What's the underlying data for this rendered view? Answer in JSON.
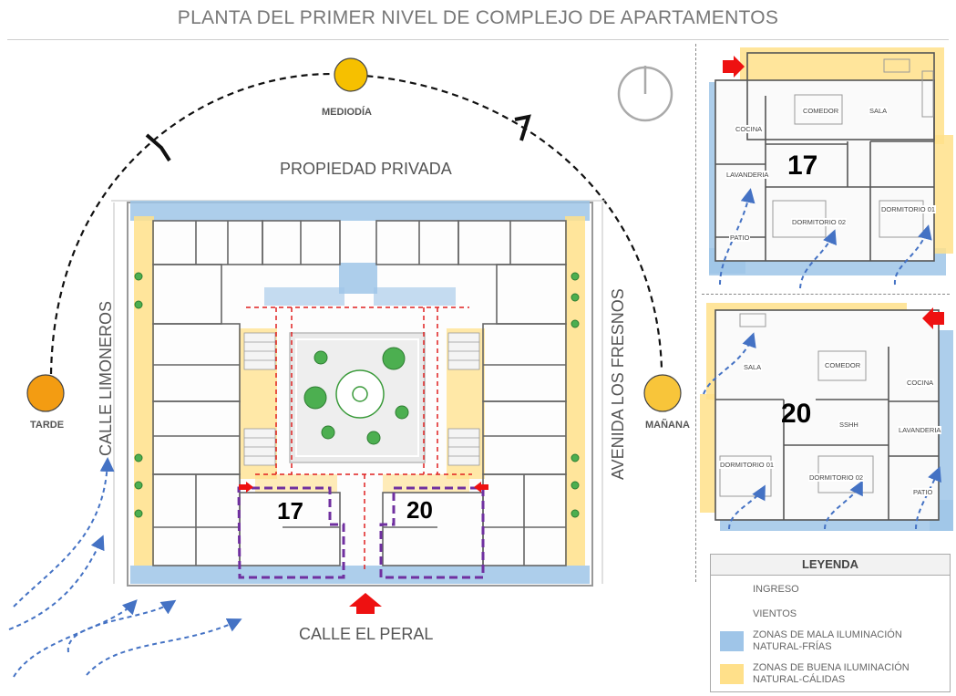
{
  "title": "PLANTA DEL PRIMER NIVEL DE COMPLEJO DE APARTAMENTOS",
  "sun": {
    "noon": "MEDIODÍA",
    "afternoon": "TARDE",
    "morning": "MAÑANA"
  },
  "streets": {
    "north": "PROPIEDAD PRIVADA",
    "south": "CALLE EL PERAL",
    "west": "CALLE LIMONEROS",
    "east": "AVENIDA LOS FRESNOS"
  },
  "units": {
    "a": "17",
    "b": "20"
  },
  "unit17_rooms": {
    "dining": "COMEDOR",
    "living": "SALA",
    "kitchen": "COCINA",
    "laundry": "LAVANDERIA",
    "bed2": "DORMITORIO 02",
    "bed1": "DORMITORIO 01",
    "patio": "PATIO"
  },
  "unit20_rooms": {
    "living": "SALA",
    "dining": "COMEDOR",
    "kitchen": "COCINA",
    "bath": "SSHH",
    "laundry": "LAVANDERIA",
    "bed1": "DORMITORIO 01",
    "bed2": "DORMITORIO 02",
    "patio": "PATIO"
  },
  "legend": {
    "title": "LEYENDA",
    "items": [
      {
        "label": "INGRESO",
        "icon": "entry-arrow-icon"
      },
      {
        "label": "VIENTOS",
        "icon": "wind-arrow-icon"
      },
      {
        "label": "ZONAS DE MALA ILUMINACIÓN NATURAL-FRÍAS",
        "color": "#9fc5e8"
      },
      {
        "label": "ZONAS DE BUENA ILUMINACIÓN NATURAL-CÁLIDAS",
        "color": "#ffe08a"
      }
    ]
  },
  "colors": {
    "cold_zone": "#9fc5e8",
    "warm_zone": "#ffe08a",
    "entry": "#ee1111",
    "wind": "#4472c4",
    "unit_outline": "#7030a0",
    "circulation": "#e02020",
    "sun_noon": "#f6c000",
    "sun_afternoon": "#f39c12",
    "sun_morning": "#f8c53a"
  }
}
